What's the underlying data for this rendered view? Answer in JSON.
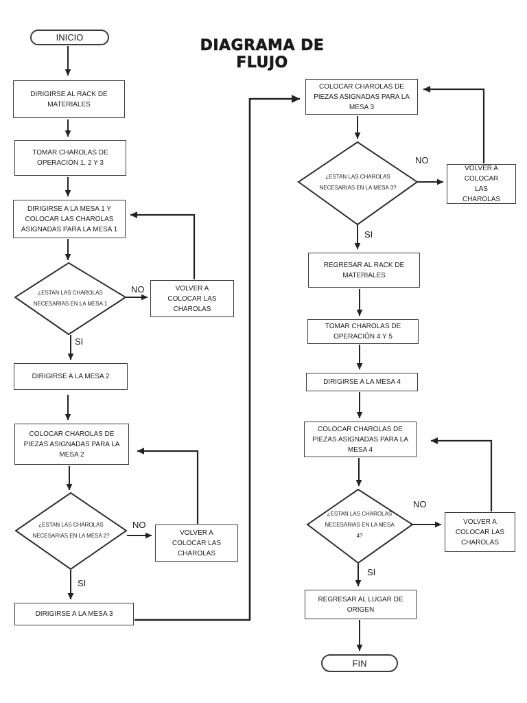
{
  "title": "DIAGRAMA DE FLUJO",
  "labels": {
    "yes": "SI",
    "no": "NO"
  },
  "colors": {
    "ink": "#222222",
    "box_border": "#3b3b3b",
    "background": "#ffffff"
  },
  "nodes": {
    "inicio": "INICIO",
    "fin": "FIN",
    "rack": "DIRIGIRSE AL RACK DE MATERIALES",
    "tomar_123": "TOMAR CHAROLAS DE OPERACIÓN 1, 2 Y 3",
    "mesa1_colocar": "DIRIGIRSE A LA MESA 1 Y COLOCAR LAS CHAROLAS ASIGNADAS PARA LA MESA 1",
    "d_mesa1": "¿ESTAN LAS CHAROLAS NECESARIAS EN LA MESA 1",
    "volver": "VOLVER A COLOCAR LAS CHAROLAS",
    "mesa2": "DIRIGIRSE A LA MESA 2",
    "colocar_mesa2": "COLOCAR CHAROLAS DE PIEZAS ASIGNADAS PARA LA MESA 2",
    "d_mesa2": "¿ESTAN LAS CHAROLAS NECESARIAS EN LA MESA 2?",
    "mesa3": "DIRIGIRSE A LA MESA 3",
    "colocar_mesa3": "COLOCAR CHAROLAS DE PIEZAS ASIGNADAS PARA LA MESA 3",
    "d_mesa3": "¿ESTAN LAS CHAROLAS NECESARIAS EN LA MESA 3?",
    "regresar_rack": "REGRESAR AL RACK DE MATERIALES",
    "tomar_45": "TOMAR CHAROLAS DE OPERACIÓN 4 Y 5",
    "mesa4": "DIRIGIRSE A LA MESA 4",
    "colocar_mesa4": "COLOCAR CHAROLAS DE PIEZAS ASIGNADAS PARA LA MESA 4",
    "d_mesa4": "¿ESTAN LAS CHAROLAS NECESARIAS EN LA MESA 4?",
    "regresar_origen": "REGRESAR AL LUGAR DE ORIGEN"
  }
}
